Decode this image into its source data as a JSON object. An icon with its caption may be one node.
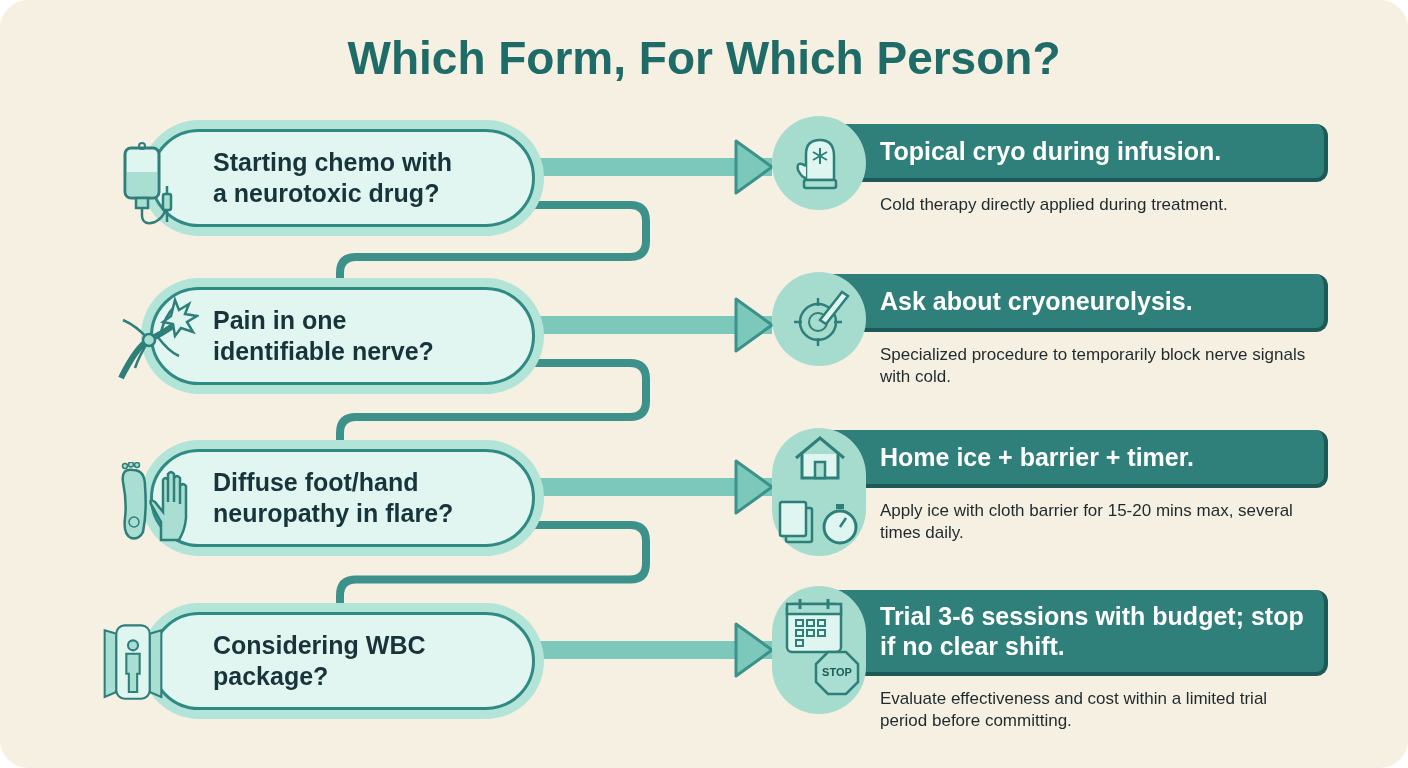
{
  "diagram": {
    "title": "Which Form, For Which Person?",
    "nodes": [
      {
        "text": [
          "Starting chemo with a neurotoxic drug?"
        ]
      },
      {
        "text": [
          "Pain in one identifiable nerve?"
        ]
      },
      {
        "text": [
          "Diffuse foot/hand neuropathy in flare?"
        ]
      },
      {
        "text": [
          "Considering WBC package?"
        ]
      },
      {
        "text": [
          "Topical cryo during infusion.",
          "Cold therapy directly applied during treatment."
        ]
      },
      {
        "text": [
          "Ask about cryoneurolysis.",
          "Specialized procedure to temporarily block nerve signals with cold."
        ]
      },
      {
        "text": [
          "Home ice + barrier + timer.",
          "Apply ice with cloth barrier for 15-20 mins max, several times daily."
        ]
      },
      {
        "text": [
          "Trial 3-6 sessions with budget; stop if no clear shift.",
          "Evaluate effectiveness and cost within a limited trial period before committing."
        ]
      }
    ],
    "edges": [
      {
        "from": 0,
        "to": 4,
        "arrow": "to"
      },
      {
        "from": 0,
        "to": 1,
        "arrow": "none",
        "color": "#3d918b"
      },
      {
        "from": 1,
        "to": 5,
        "arrow": "to"
      },
      {
        "from": 1,
        "to": 2,
        "arrow": "none",
        "color": "#3d918b"
      },
      {
        "from": 2,
        "to": 6,
        "arrow": "to"
      },
      {
        "from": 2,
        "to": 3,
        "arrow": "none",
        "color": "#3d918b"
      },
      {
        "from": 3,
        "to": 7,
        "arrow": "to"
      }
    ],
    "labels": [
      "STOP"
    ]
  }
}
